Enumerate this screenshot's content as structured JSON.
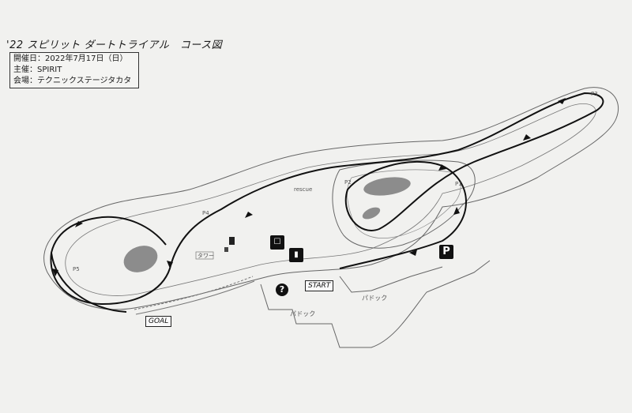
{
  "title": "'22 スピリット ダートトライアル　コース図",
  "info": {
    "date": "開催日：2022年7月17日（日）",
    "organizer": "主催：SPIRIT",
    "venue": "会場：テクニックステージタカタ"
  },
  "labels": {
    "start": "START",
    "goal": "GOAL",
    "rescue": "rescue",
    "p1": "P1",
    "p2": "P2",
    "p3": "P3",
    "p4": "P4",
    "p5": "P5",
    "tower": "タワー",
    "paddock1": "パドック",
    "paddock2": "パドック",
    "parking": "P",
    "info": "?"
  },
  "colors": {
    "paper": "#f1f1ef",
    "track": "#555555",
    "route": "#111111",
    "pond": "#8c8c8c"
  },
  "icons": [
    "toilet-icon",
    "vending-icon",
    "info-icon",
    "parking-icon",
    "route-arrow-icon"
  ]
}
